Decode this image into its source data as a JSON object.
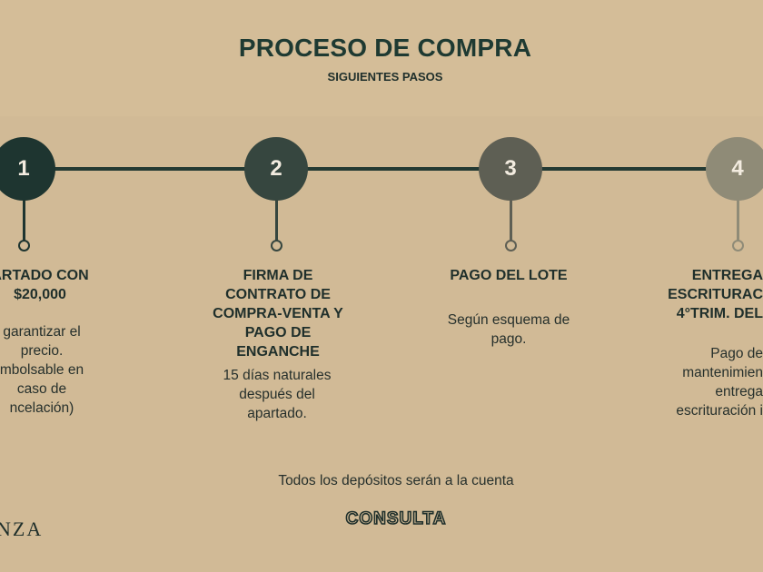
{
  "header": {
    "title": "PROCESO DE COMPRA",
    "subtitle": "SIGUIENTES PASOS"
  },
  "colors": {
    "background": "#d4bd98",
    "step1": "#1e3530",
    "step2": "#36463f",
    "step3": "#5e5f54",
    "step4": "#8f8b77",
    "line": "#243a33"
  },
  "steps": [
    {
      "number": "1",
      "title": "ARTADO CON $20,000",
      "description": "garantizar el precio. mbolsable en caso de ncelación)"
    },
    {
      "number": "2",
      "title": "FIRMA DE CONTRATO DE COMPRA-VENTA Y PAGO DE ENGANCHE",
      "description": "15 días naturales después del apartado."
    },
    {
      "number": "3",
      "title": "PAGO DEL LOTE",
      "description": "Según esquema de pago."
    },
    {
      "number": "4",
      "title": "ENTREGA ESCRITURAC 4°TRIM. DEL",
      "description": "Pago de mantenimien entrega escrituración i"
    }
  ],
  "footer": {
    "note": "Todos los depósitos serán a la cuenta",
    "consulta": "CONSULTA"
  },
  "logo": {
    "text": "NZA"
  }
}
